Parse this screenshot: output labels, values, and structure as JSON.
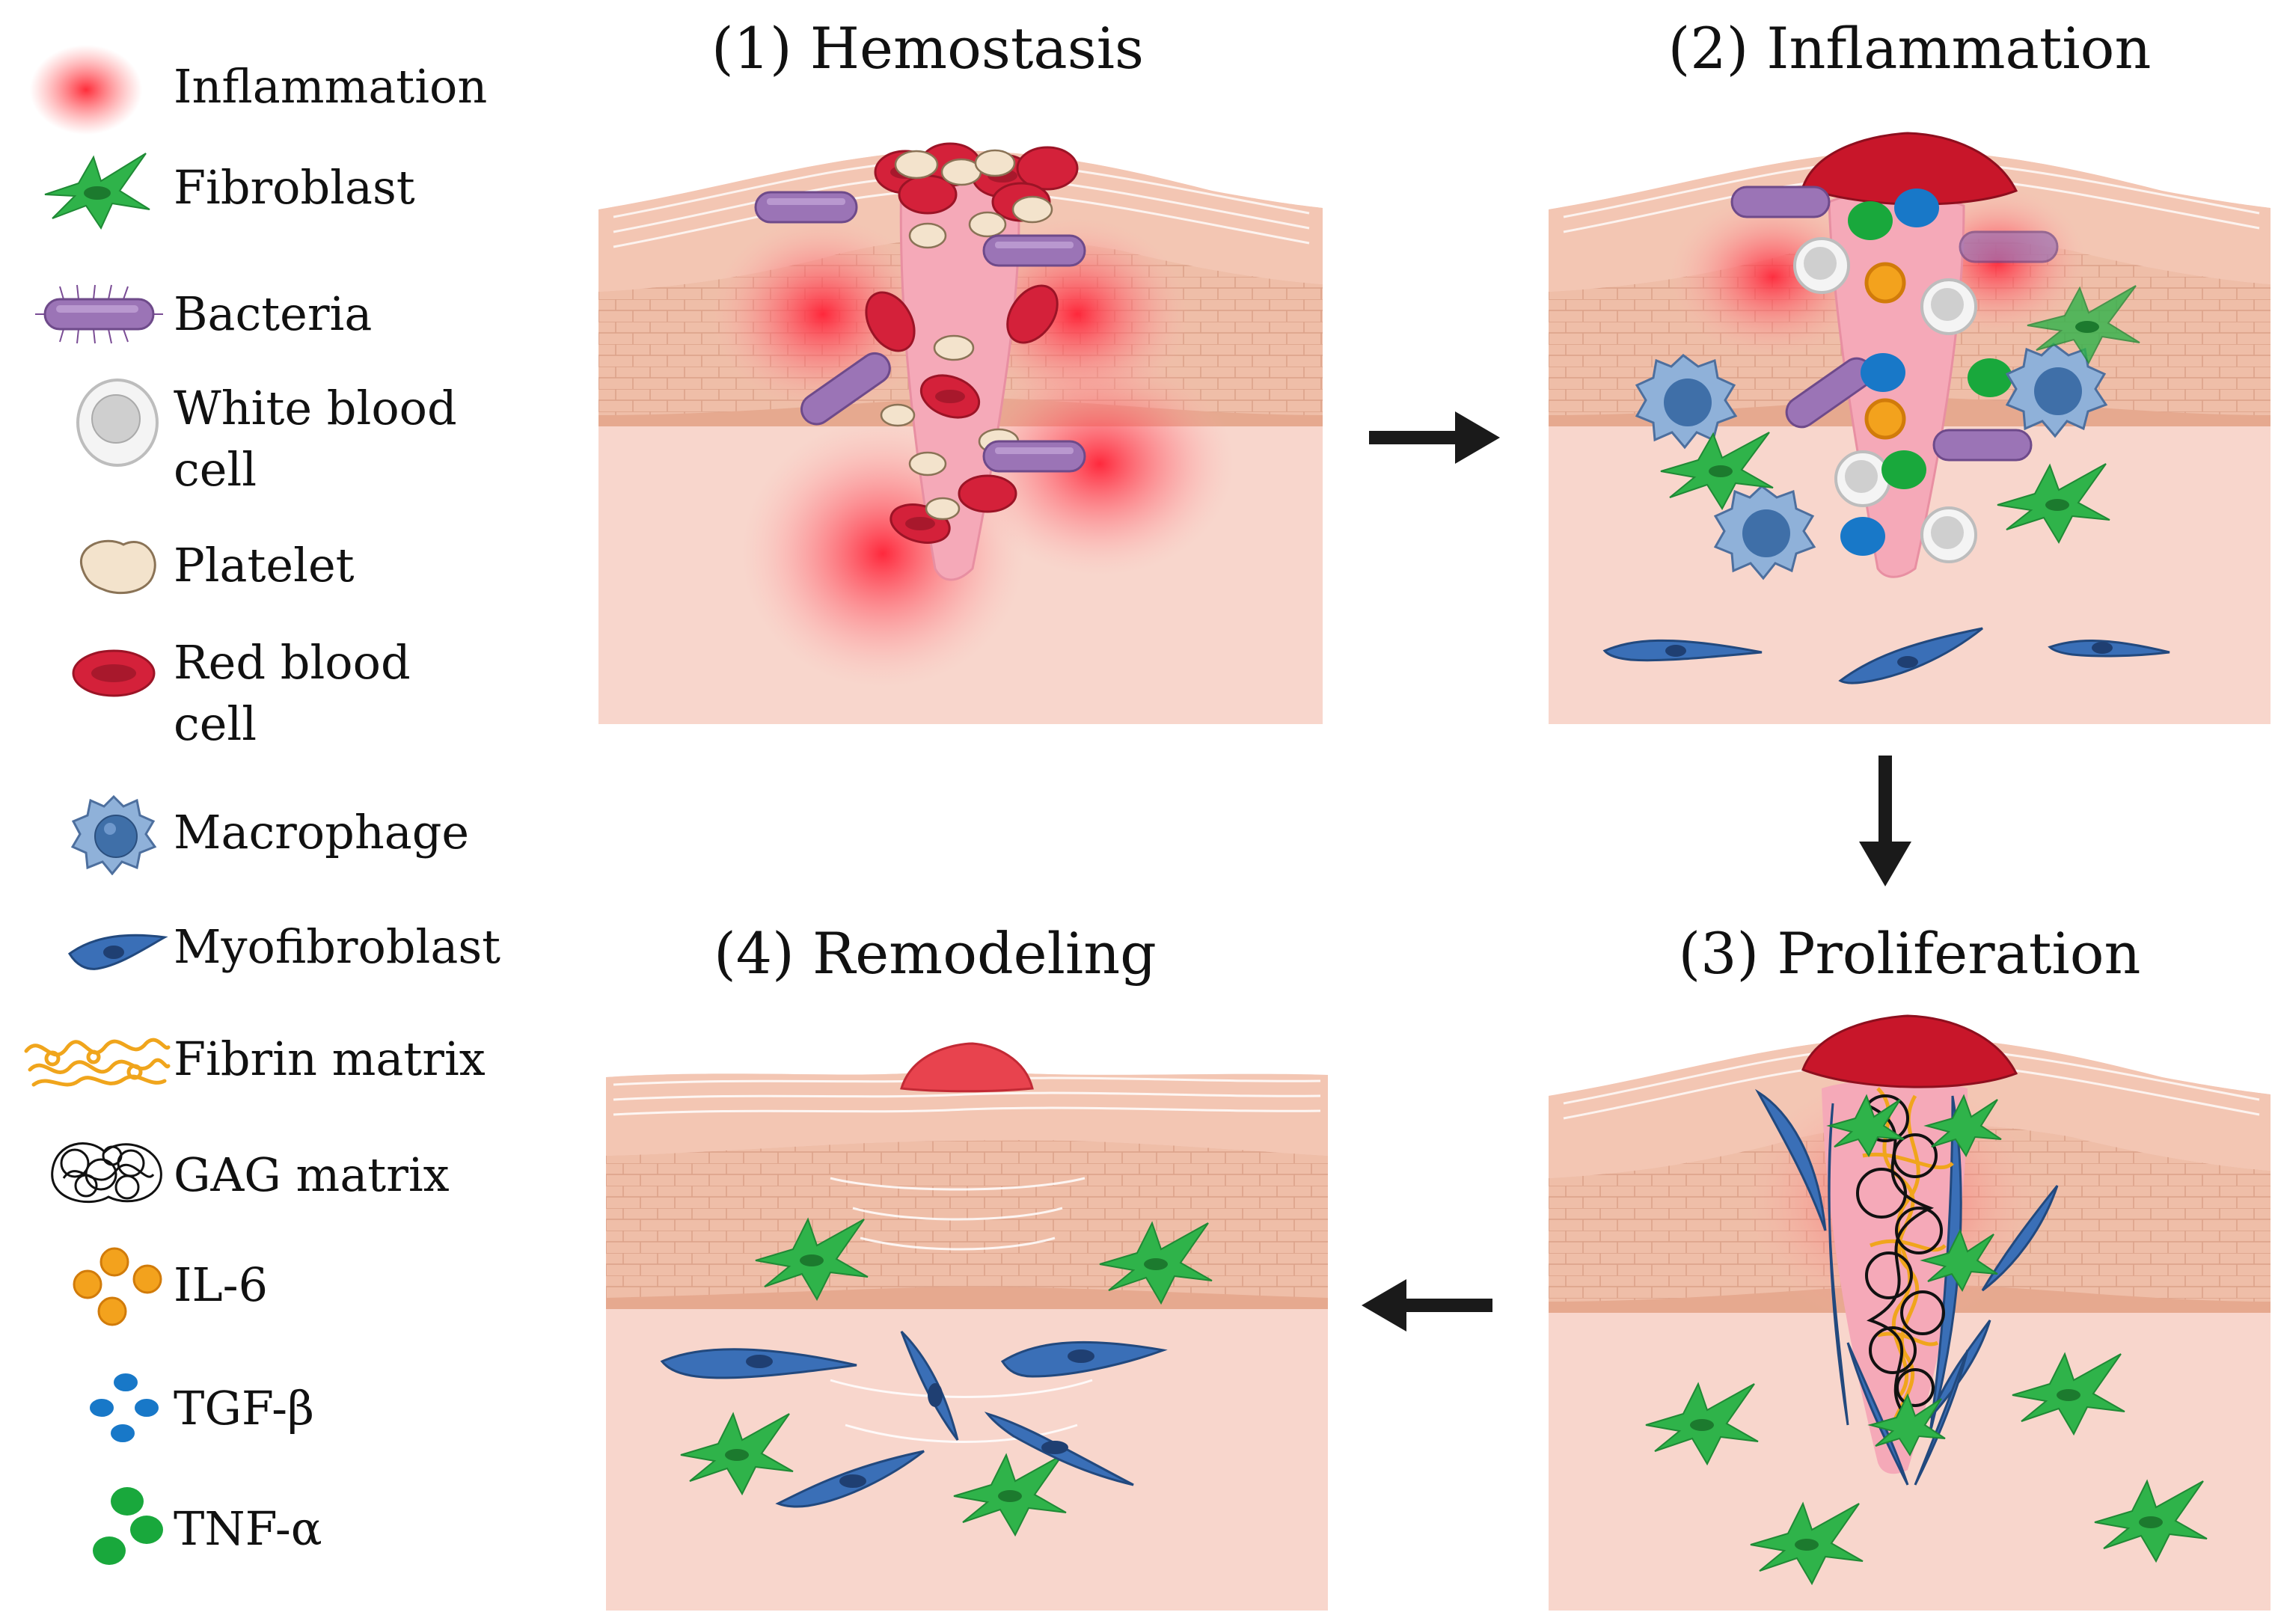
{
  "legend": {
    "items": [
      {
        "label": "Inflammation",
        "icon": "inflammation-glow-icon"
      },
      {
        "label": "Fibroblast",
        "icon": "fibroblast-icon"
      },
      {
        "label": "Bacteria",
        "icon": "bacteria-icon"
      },
      {
        "label": "White blood\ncell",
        "icon": "white-blood-cell-icon"
      },
      {
        "label": "Platelet",
        "icon": "platelet-icon"
      },
      {
        "label": "Red blood\ncell",
        "icon": "red-blood-cell-icon"
      },
      {
        "label": "Macrophage",
        "icon": "macrophage-icon"
      },
      {
        "label": "Myofibroblast",
        "icon": "myofibroblast-icon"
      },
      {
        "label": "Fibrin matrix",
        "icon": "fibrin-matrix-icon"
      },
      {
        "label": "GAG matrix",
        "icon": "gag-matrix-icon"
      },
      {
        "label": "IL-6",
        "icon": "il6-icon"
      },
      {
        "label": "TGF-β",
        "icon": "tgf-beta-icon"
      },
      {
        "label": "TNF-α",
        "icon": "tnf-alpha-icon"
      }
    ]
  },
  "panels": {
    "hemostasis": {
      "title": "(1) Hemostasis"
    },
    "inflammation": {
      "title": "(2) Inflammation"
    },
    "proliferation": {
      "title": "(3) Proliferation"
    },
    "remodeling": {
      "title": "(4) Remodeling"
    }
  },
  "colors": {
    "skin_top": "#f3cdbf",
    "dermis": "#f8d6cc",
    "epidermis": "#eab59f",
    "wound": "#f5a9b8",
    "red_blood_cell": "#d4213a",
    "platelet": "#f3e3cc",
    "bacteria": "#9b74b6",
    "fibroblast": "#2fb34a",
    "myofibroblast": "#3a6fb7",
    "macrophage": "#7fa6d4",
    "il6": "#f3a21d",
    "tgf_beta": "#1878c8",
    "tnf_alpha": "#19a83c",
    "arrow": "#1a1a1a"
  }
}
